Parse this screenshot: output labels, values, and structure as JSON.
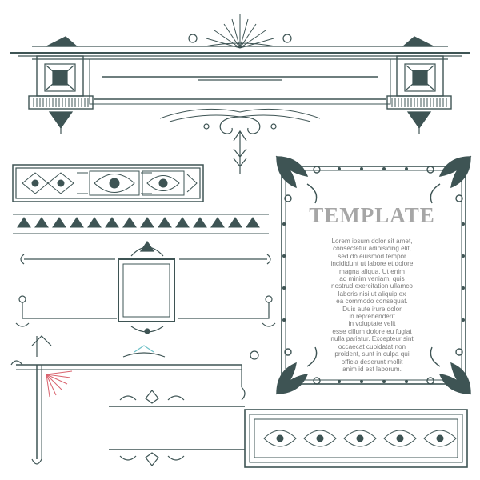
{
  "template": {
    "title": "TEMPLATE",
    "lines": [
      "Lorem ipsum dolor sit amet,",
      "consectetur adipisicing elit,",
      "sed do eiusmod tempor",
      "incididunt ut labore et dolore",
      "magna aliqua. Ut enim",
      "ad minim veniam, quis",
      "nostrud exercitation ullamco",
      "laboris nisi ut aliquip ex",
      "ea commodo consequat.",
      "Duis aute irure dolor",
      "in reprehenderit",
      "in voluptate velit",
      "esse cillum dolore eu fugiat",
      "nulla pariatur. Excepteur sint",
      "occaecat cupidatat non",
      "proident, sunt in culpa qui",
      "officia deserunt mollit",
      "anim id est laborum."
    ]
  },
  "colors": {
    "ink": "#3e5454",
    "ink_light": "#7d8f8f",
    "title_gray": "#a6a6a6",
    "text_gray": "#7b7b7b",
    "accent_red": "#d9636e",
    "accent_teal": "#6fc1c8"
  }
}
